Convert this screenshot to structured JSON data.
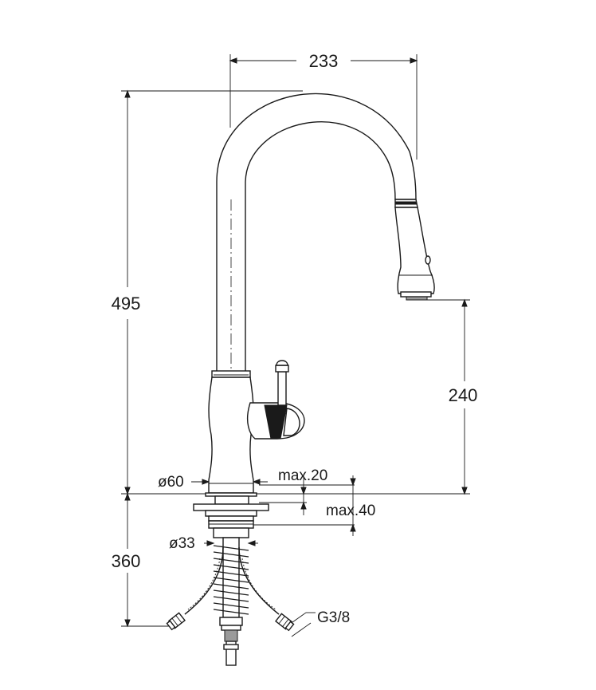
{
  "drawing": {
    "dimensions": {
      "spout_reach": "233",
      "total_height": "495",
      "outlet_height": "240",
      "below_deck": "360",
      "body_diameter": "ø60",
      "deck_max": "max.20",
      "counter_max": "max.40",
      "shank_diameter": "ø33",
      "connection_thread": "G3/8"
    }
  }
}
